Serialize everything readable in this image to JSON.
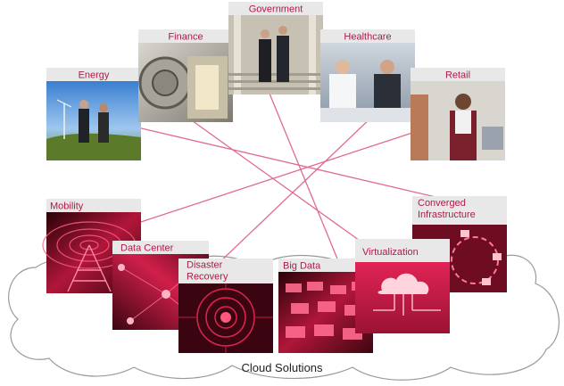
{
  "industries": [
    {
      "label": "Energy"
    },
    {
      "label": "Finance"
    },
    {
      "label": "Government"
    },
    {
      "label": "Healthcare"
    },
    {
      "label": "Retail"
    }
  ],
  "solutions": [
    {
      "label": "Mobility"
    },
    {
      "label": "Data Center"
    },
    {
      "label": "Disaster Recovery"
    },
    {
      "label": "Big Data"
    },
    {
      "label": "Virtualization"
    },
    {
      "label": "Converged Infrastructure"
    }
  ],
  "caption": "Cloud Solutions",
  "colors": {
    "accent": "#c2185b",
    "line": "#e06b8e",
    "label_bg": "#e8e8e8",
    "dark_red": "#5c0d1c"
  }
}
